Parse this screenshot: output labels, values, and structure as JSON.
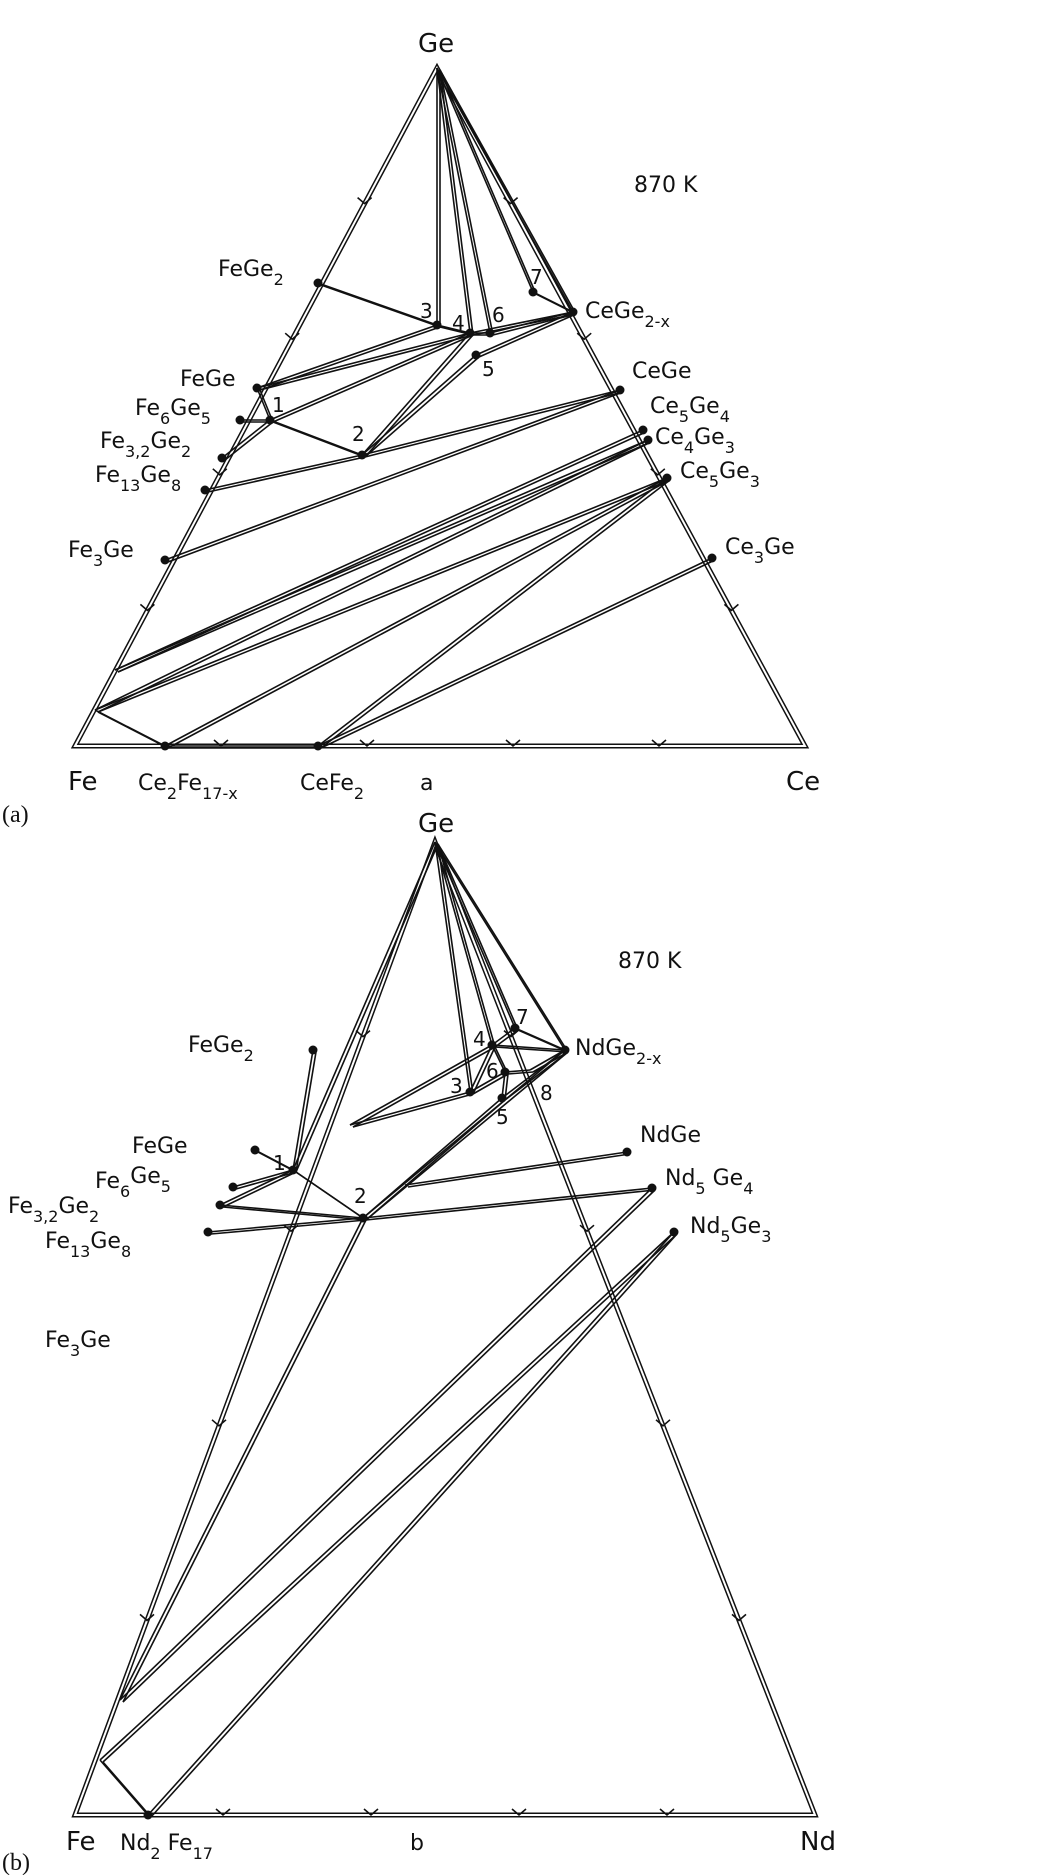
{
  "panel_a": {
    "caption": "(a)",
    "sublabel": "a",
    "temperature": "870 K",
    "corners": {
      "top": "Ge",
      "left": "Fe",
      "right": "Ce"
    },
    "phases": {
      "FeGe2": [
        "FeGe",
        "2"
      ],
      "FeGe": [
        "FeGe"
      ],
      "Fe6Ge5": [
        "Fe",
        "6",
        "Ge",
        "5"
      ],
      "Fe32Ge2": [
        "Fe",
        "3,2",
        "Ge",
        "2"
      ],
      "Fe13Ge8": [
        "Fe",
        "13",
        "Ge",
        "8"
      ],
      "Fe3Ge": [
        "Fe",
        "3",
        "Ge"
      ],
      "Ce2Fe17x": [
        "Ce",
        "2",
        "Fe",
        "17-x"
      ],
      "CeFe2": [
        "CeFe",
        "2"
      ],
      "CeGe2x": [
        "CeGe",
        "2-x"
      ],
      "CeGe": [
        "CeGe"
      ],
      "Ce5Ge4": [
        "Ce",
        "5",
        "Ge",
        "4"
      ],
      "Ce4Ge3": [
        "Ce",
        "4",
        "Ge",
        "3"
      ],
      "Ce5Ge3": [
        "Ce",
        "5",
        "Ge",
        "3"
      ],
      "Ce3Ge": [
        "Ce",
        "3",
        "Ge"
      ]
    },
    "ternary_numbers": [
      "1",
      "2",
      "3",
      "4",
      "5",
      "6",
      "7"
    ]
  },
  "panel_b": {
    "caption": "(b)",
    "sublabel": "b",
    "temperature": "870 K",
    "corners": {
      "top": "Ge",
      "left": "Fe",
      "right": "Nd"
    },
    "phases": {
      "FeGe2": [
        "FeGe",
        "2"
      ],
      "FeGe": [
        "FeGe"
      ],
      "Fe6Ge5": [
        "Fe",
        "6",
        "Ge",
        "5"
      ],
      "Fe32Ge2": [
        "Fe",
        "3,2",
        "Ge",
        "2"
      ],
      "Fe13Ge8": [
        "Fe",
        "13",
        "Ge",
        "8"
      ],
      "Fe3Ge": [
        "Fe",
        "3",
        "Ge"
      ],
      "Nd2Fe17": [
        "Nd",
        "2",
        " Fe",
        "17"
      ],
      "NdGe2x": [
        "NdGe",
        "2-x"
      ],
      "NdGe": [
        "NdGe"
      ],
      "Nd5Ge4": [
        "Nd",
        "5",
        " Ge",
        "4"
      ],
      "Nd5Ge3": [
        "Nd",
        "5",
        "Ge",
        "3"
      ]
    },
    "ternary_numbers": [
      "1",
      "2",
      "3",
      "4",
      "5",
      "6",
      "7",
      "8"
    ]
  }
}
